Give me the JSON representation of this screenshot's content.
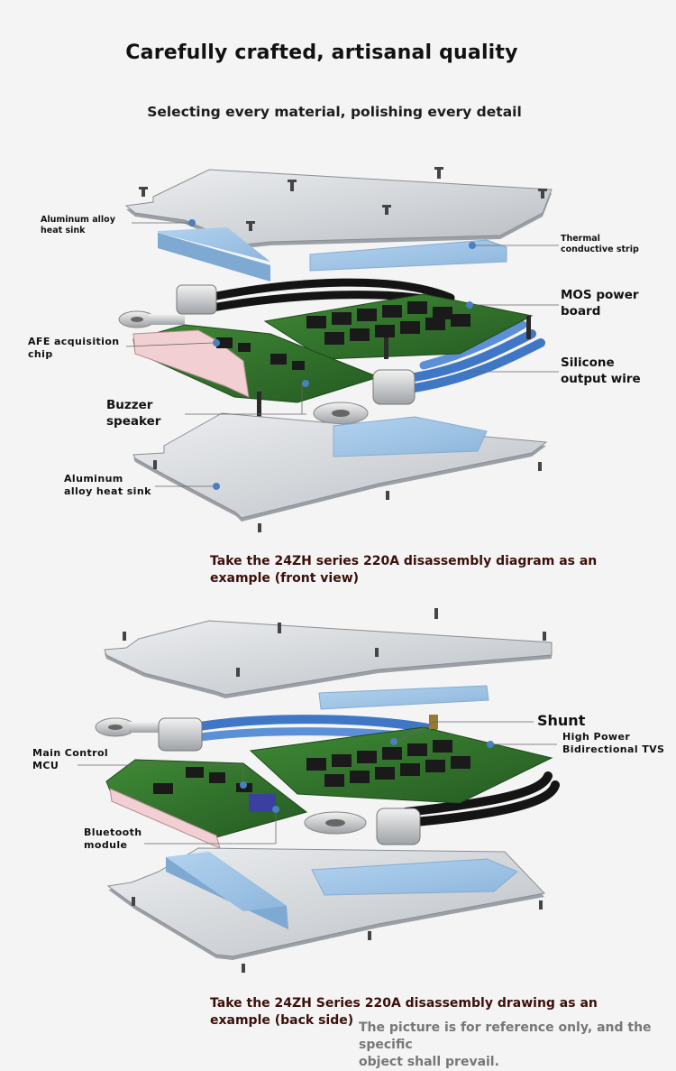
{
  "header": {
    "title": "Carefully crafted, artisanal quality",
    "subtitle": "Selecting every material, polishing every detail"
  },
  "front": {
    "labels": {
      "top_heat_sink": "Aluminum alloy\nheat sink",
      "thermal_strip": "Thermal\nconductive strip",
      "mos_board": "MOS power\nboard",
      "afe_chip": "AFE acquisition\nchip",
      "silicone_wire": "Silicone\noutput wire",
      "buzzer": "Buzzer\nspeaker",
      "bottom_heat_sink": "Aluminum\nalloy heat sink"
    },
    "caption": "Take the 24ZH series 220A disassembly diagram as an\nexample (front view)"
  },
  "back": {
    "labels": {
      "shunt": "Shunt",
      "tvs": "High Power\nBidirectional TVS",
      "mcu": "Main Control\nMCU",
      "bluetooth": "Bluetooth\nmodule"
    },
    "caption": "Take the 24ZH Series 220A disassembly drawing as an\nexample (back side)"
  },
  "footer_note": "The picture is for reference only, and the specific\nobject shall prevail.",
  "colors": {
    "pcb": "#2f6e2a",
    "heat_sink": "#d7d9dc",
    "thermal_pad": "#9fc4e4",
    "blue_wire": "#3f77c6",
    "black_wire": "#141414",
    "caption": "#3b0f0a"
  }
}
